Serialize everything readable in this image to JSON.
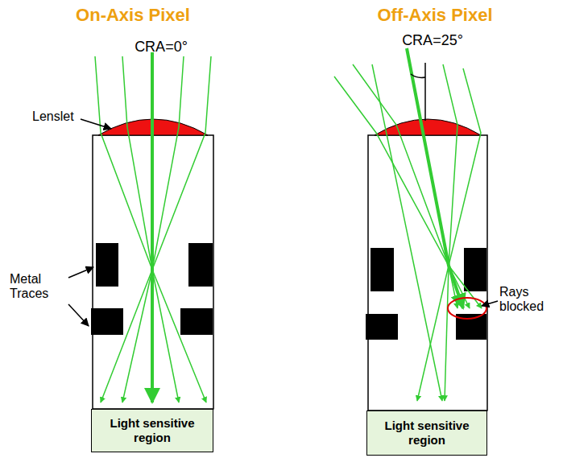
{
  "diagram": {
    "nodes": [
      {
        "text": [
          "Light sensitive region"
        ]
      },
      {
        "text": [
          "Light sensitive region"
        ]
      }
    ],
    "labels": [
      "On-Axis Pixel",
      "Off-Axis Pixel",
      "CRA=0°",
      "CRA=25°",
      "Lenslet",
      "Metal Traces",
      "Rays blocked"
    ]
  }
}
